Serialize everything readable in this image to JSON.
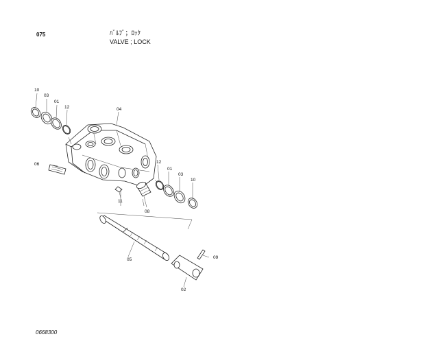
{
  "header": {
    "page_number": "075",
    "title_jp": "ﾊﾞﾙﾌﾞ；ﾛｯｸ",
    "title_en": "VALVE ; LOCK"
  },
  "footer": {
    "code": "0668300"
  },
  "callouts": [
    {
      "id": "c-10-left",
      "label": "10"
    },
    {
      "id": "c-03-left",
      "label": "03"
    },
    {
      "id": "c-01-left",
      "label": "01"
    },
    {
      "id": "c-12-left",
      "label": "12"
    },
    {
      "id": "c-04",
      "label": "04"
    },
    {
      "id": "c-06",
      "label": "06"
    },
    {
      "id": "c-12-right",
      "label": "12"
    },
    {
      "id": "c-01-right",
      "label": "01"
    },
    {
      "id": "c-03-right",
      "label": "03"
    },
    {
      "id": "c-10-right",
      "label": "10"
    },
    {
      "id": "c-11",
      "label": "11"
    },
    {
      "id": "c-08",
      "label": "08"
    },
    {
      "id": "c-05",
      "label": "05"
    },
    {
      "id": "c-09",
      "label": "09"
    },
    {
      "id": "c-02",
      "label": "02"
    }
  ]
}
